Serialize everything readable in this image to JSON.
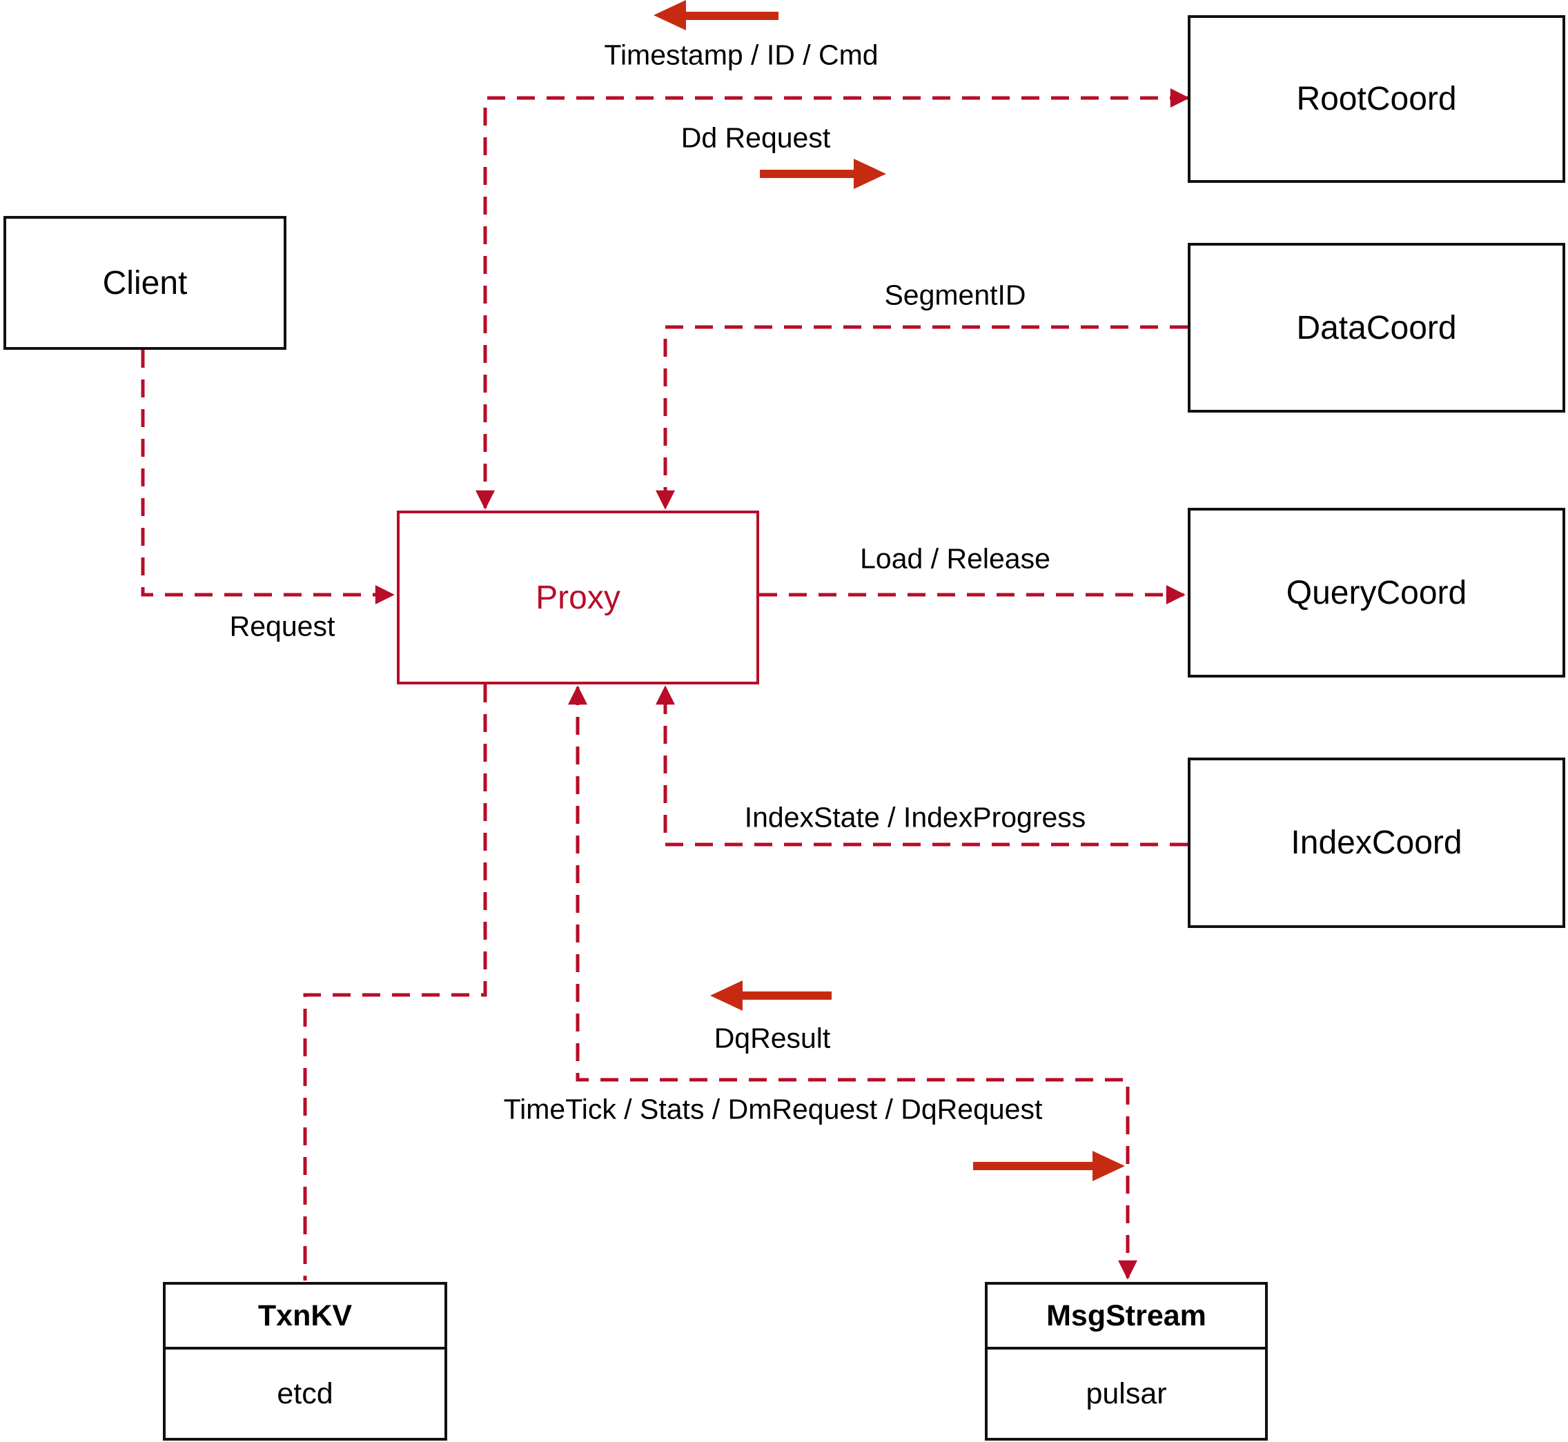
{
  "title": "Milvus Proxy architecture diagram",
  "nodes": {
    "client": {
      "label": "Client"
    },
    "proxy": {
      "label": "Proxy"
    },
    "root_coord": {
      "label": "RootCoord"
    },
    "data_coord": {
      "label": "DataCoord"
    },
    "query_coord": {
      "label": "QueryCoord"
    },
    "index_coord": {
      "label": "IndexCoord"
    },
    "txnkv": {
      "title": "TxnKV",
      "impl": "etcd"
    },
    "msg_stream": {
      "title": "MsgStream",
      "impl": "pulsar"
    }
  },
  "edges": {
    "timestamp_id_cmd": {
      "label": "Timestamp / ID / Cmd",
      "direction": "RootCoord to Proxy"
    },
    "dd_request": {
      "label": "Dd Request",
      "direction": "Proxy to RootCoord"
    },
    "segment_id": {
      "label": "SegmentID",
      "direction": "DataCoord to Proxy"
    },
    "load_release": {
      "label": "Load / Release",
      "direction": "Proxy to QueryCoord"
    },
    "index_state": {
      "label": "IndexState / IndexProgress",
      "direction": "IndexCoord to Proxy"
    },
    "request": {
      "label": "Request",
      "direction": "Client to Proxy"
    },
    "dq_result": {
      "label": "DqResult",
      "direction": "MsgStream to Proxy"
    },
    "time_tick": {
      "label": "TimeTick / Stats / DmRequest / DqRequest",
      "direction": "Proxy to MsgStream"
    }
  },
  "colors": {
    "connector": "#b70d29",
    "arrow": "#c62b12",
    "border": "#111111",
    "text": "#000000",
    "bg": "#ffffff"
  }
}
